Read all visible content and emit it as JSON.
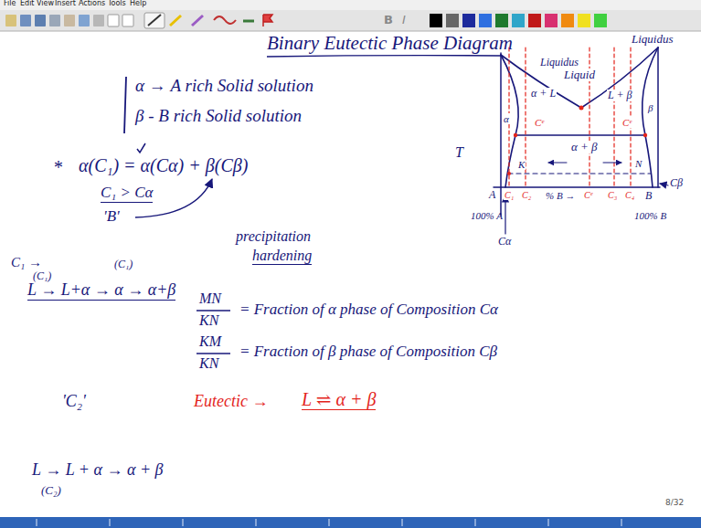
{
  "diagram": {
    "title": "Binary Eutectic Phase Diagram",
    "labels": [
      "File",
      "Edit",
      "View",
      "Insert",
      "Actions",
      "Tools",
      "Help",
      "B",
      "I",
      "α → A rich Solid solution",
      "β - B rich Solid solution",
      "*",
      "α(C₁) = α(Cα) + β(Cβ)",
      "C₁ > Cα",
      "'B'",
      "precipitation",
      "hardening",
      "(C₁)",
      "(C₁)",
      "C₁ →",
      "L → L+α → α → α+β",
      "MN",
      "KN",
      "= Fraction of α phase of Composition Cα",
      "KM",
      "KN",
      "= Fraction of β phase of Composition Cβ",
      "'C₂'",
      "Eutectic →",
      "L ⇌ α + β",
      "L → L + α → α + β",
      "(C₂)",
      "Liquidus",
      "Liquidus",
      "Liquid",
      "α + L",
      "L + β",
      "α",
      "β",
      "α + β",
      "T",
      "Cᵉ",
      "Cᵉ",
      "K",
      "N",
      "A",
      "C₁",
      "C₂",
      "% B →",
      "Cᵉ",
      "C₃",
      "C₄",
      "B",
      "100% A",
      "100% B",
      "Cα",
      "Cβ",
      "8/32"
    ]
  }
}
